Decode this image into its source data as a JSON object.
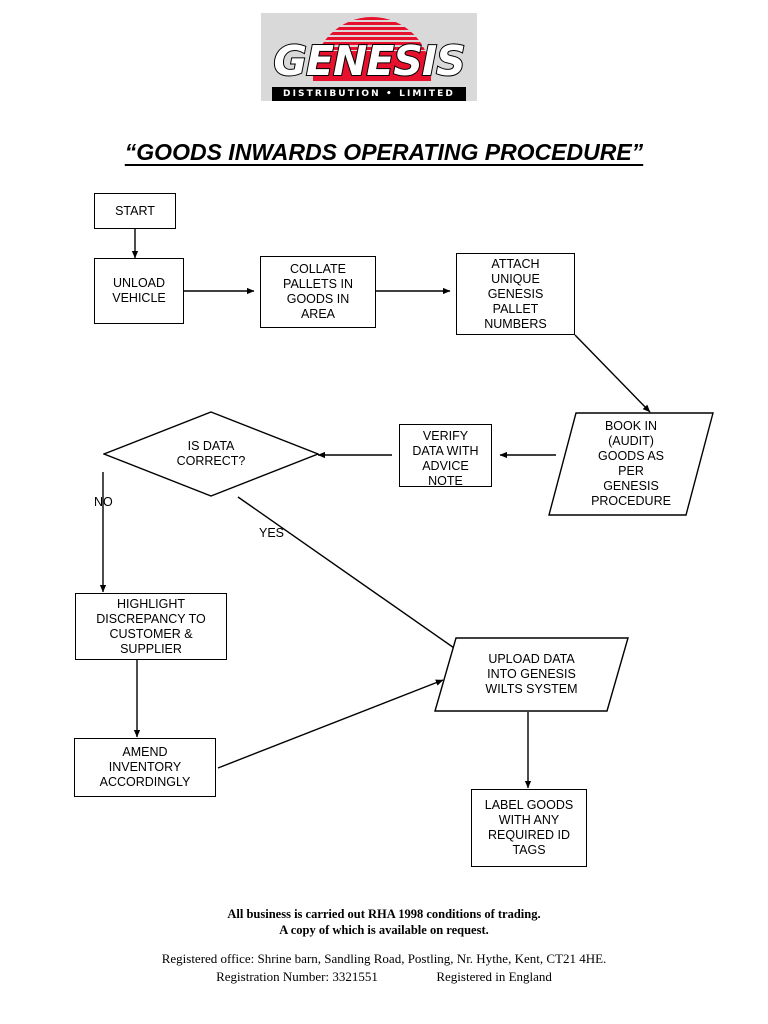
{
  "logo": {
    "wordmark": "GENESIS",
    "subtitle": "DISTRIBUTION  •  LIMITED",
    "red": "#e8112d",
    "background": "#d9d9d9"
  },
  "title": "“GOODS INWARDS OPERATING PROCEDURE”",
  "flowchart": {
    "nodes": [
      {
        "id": "start",
        "shape": "rect",
        "label": "START"
      },
      {
        "id": "unload",
        "shape": "rect",
        "label": "UNLOAD\nVEHICLE"
      },
      {
        "id": "collate",
        "shape": "rect",
        "label": "COLLATE\nPALLETS IN\nGOODS IN\nAREA"
      },
      {
        "id": "attach",
        "shape": "rect",
        "label": "ATTACH\nUNIQUE\nGENESIS\nPALLET\nNUMBERS"
      },
      {
        "id": "bookin",
        "shape": "parallelogram",
        "label": "BOOK IN\n(AUDIT)\nGOODS AS\nPER\nGENESIS\nPROCEDURE"
      },
      {
        "id": "verify",
        "shape": "rect",
        "label": "VERIFY\nDATA WITH\nADVICE\nNOTE"
      },
      {
        "id": "isdata",
        "shape": "diamond",
        "label": "IS DATA\nCORRECT?"
      },
      {
        "id": "highlight",
        "shape": "rect",
        "label": "HIGHLIGHT\nDISCREPANCY TO\nCUSTOMER &\nSUPPLIER"
      },
      {
        "id": "amend",
        "shape": "rect",
        "label": "AMEND\nINVENTORY\nACCORDINGLY"
      },
      {
        "id": "upload",
        "shape": "parallelogram",
        "label": "UPLOAD DATA\nINTO GENESIS\nWILTS SYSTEM"
      },
      {
        "id": "label",
        "shape": "rect",
        "label": "LABEL GOODS\nWITH ANY\nREQUIRED ID\nTAGS"
      }
    ],
    "edge_labels": [
      {
        "id": "no",
        "text": "NO"
      },
      {
        "id": "yes",
        "text": "YES"
      }
    ]
  },
  "footer": {
    "terms_line1": "All business is carried out RHA 1998 conditions of trading.",
    "terms_line2": "A copy of which is available on request.",
    "registered_office": "Registered office: Shrine barn, Sandling Road, Postling, Nr. Hythe, Kent, CT21 4HE.",
    "registration_number": "Registration Number: 3321551",
    "registered_in": "Registered in England"
  }
}
